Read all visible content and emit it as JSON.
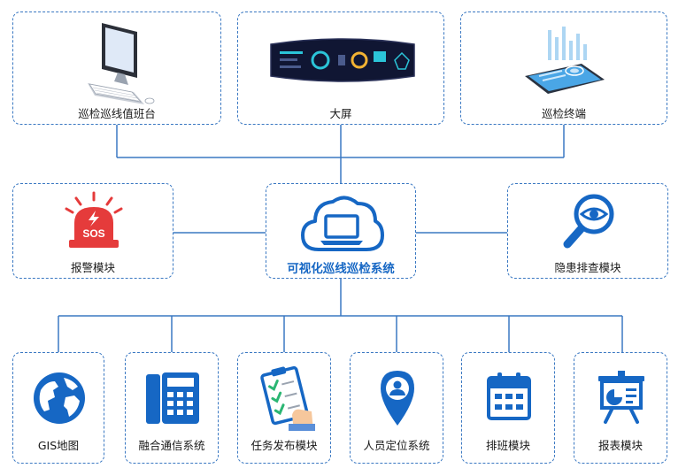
{
  "top_nodes": [
    {
      "label": "巡检巡线值班台",
      "icon": "desktop-computer-icon"
    },
    {
      "label": "大屏",
      "icon": "curved-screen-icon"
    },
    {
      "label": "巡检终端",
      "icon": "tablet-dashboard-icon"
    }
  ],
  "middle": {
    "left": {
      "label": "报警模块",
      "icon": "sos-alarm-icon"
    },
    "center": {
      "label": "可视化巡线巡检系统",
      "icon": "cloud-laptop-icon"
    },
    "right": {
      "label": "隐患排查模块",
      "icon": "magnifier-eye-icon"
    }
  },
  "bottom_nodes": [
    {
      "label": "GIS地图",
      "icon": "globe-icon"
    },
    {
      "label": "融合通信系统",
      "icon": "desk-phone-icon"
    },
    {
      "label": "任务发布模块",
      "icon": "clipboard-check-icon"
    },
    {
      "label": "人员定位系统",
      "icon": "location-pin-icon"
    },
    {
      "label": "排班模块",
      "icon": "calendar-icon"
    },
    {
      "label": "报表模块",
      "icon": "presentation-board-icon"
    }
  ],
  "colors": {
    "line": "#3a78c2",
    "accent": "#1667c4",
    "alarm": "#e53b3b"
  }
}
